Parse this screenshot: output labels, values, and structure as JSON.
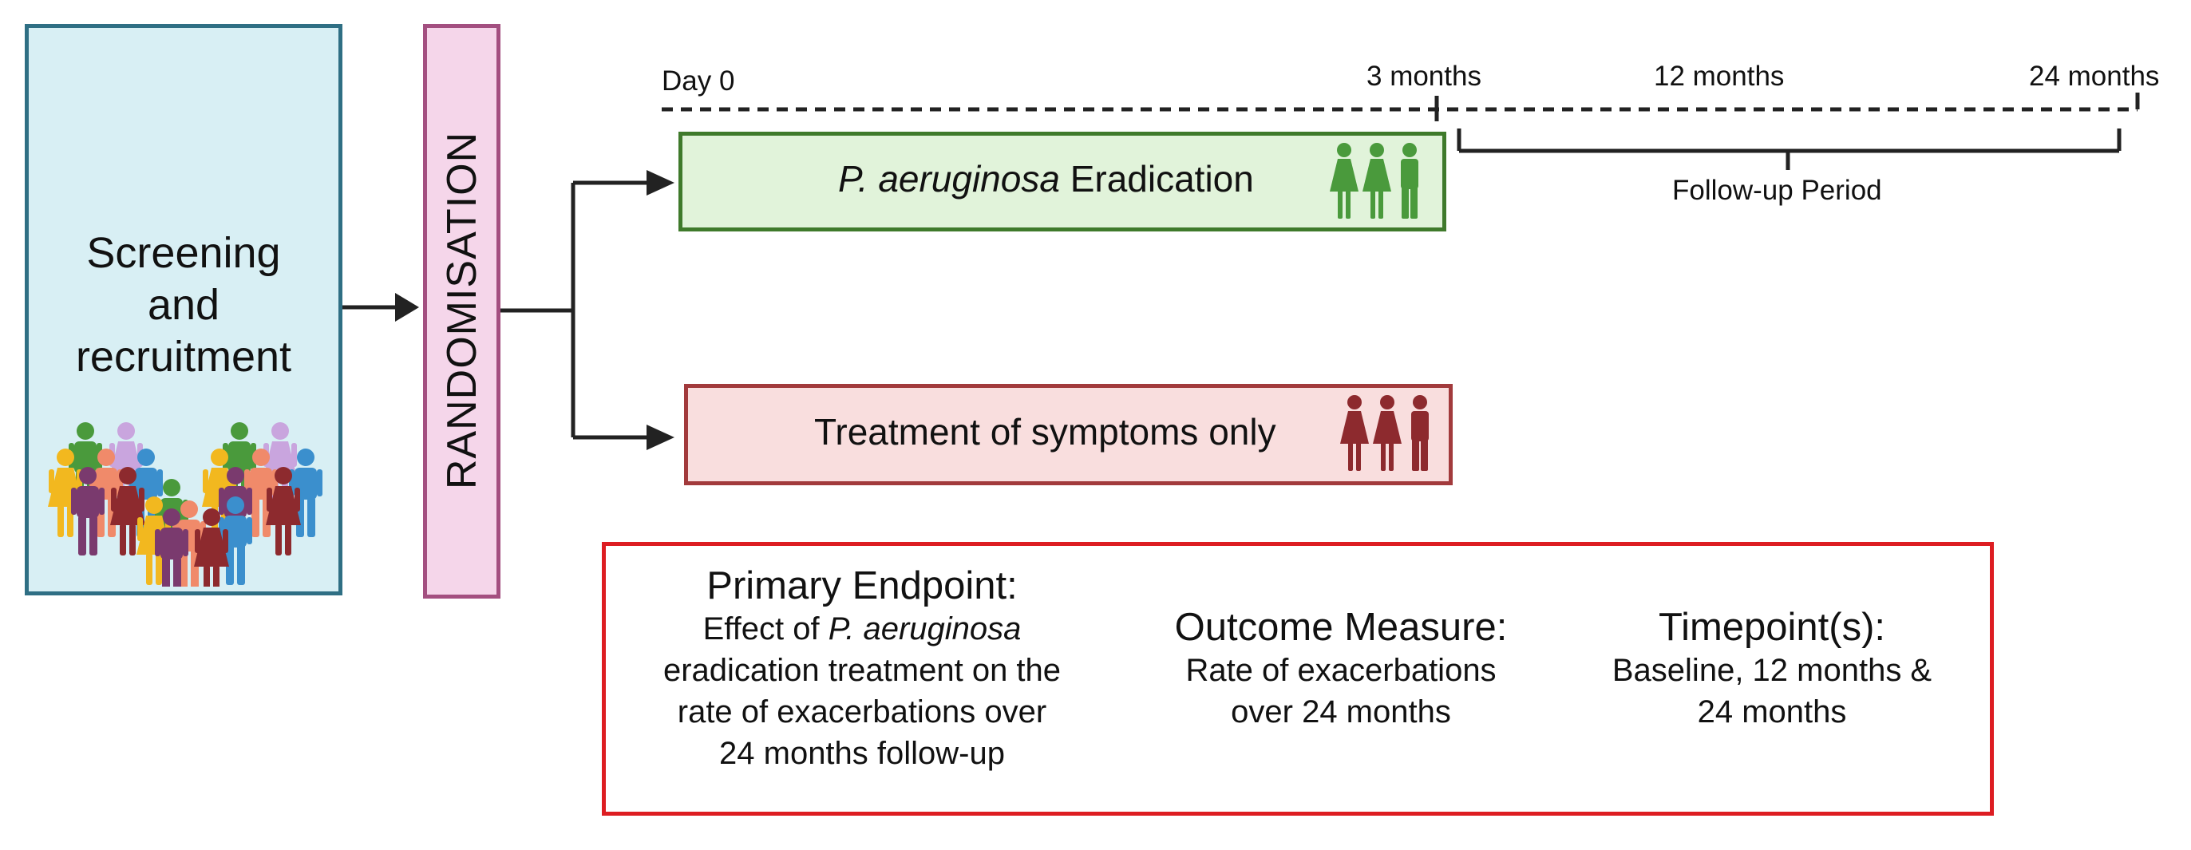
{
  "screening": {
    "label_line1": "Screening",
    "label_line2": "and",
    "label_line3": "recruitment"
  },
  "randomisation": {
    "label": "RANDOMISATION"
  },
  "timeline": {
    "day0": "Day 0",
    "m3": "3 months",
    "m12": "12 months",
    "m24": "24 months",
    "follow_up": "Follow-up Period"
  },
  "arms": {
    "eradication": {
      "italic": "P. aeruginosa",
      "text": " Eradication"
    },
    "symptoms": {
      "text": "Treatment of symptoms only"
    }
  },
  "endpoints": {
    "primary": {
      "title": "Primary Endpoint:",
      "line1_prefix": "Effect of ",
      "line1_italic": "P. aeruginosa",
      "line2": "eradication treatment on the",
      "line3": "rate of exacerbations over",
      "line4": "24 months follow-up"
    },
    "outcome": {
      "title": "Outcome Measure:",
      "line1": "Rate of exacerbations",
      "line2": "over 24 months"
    },
    "timepoints": {
      "title": "Timepoint(s):",
      "line1": "Baseline, 12 months &",
      "line2": "24 months"
    }
  },
  "colors": {
    "screening_fill": "#d8eff4",
    "randomisation_fill": "#f5d6ea",
    "eradication_green": "#4a9a3c",
    "symptoms_red": "#8d2a2e",
    "endpoint_border": "#dd1d22"
  },
  "icons": [
    "crowd-icon",
    "people-group-green-icon",
    "people-group-red-icon"
  ]
}
